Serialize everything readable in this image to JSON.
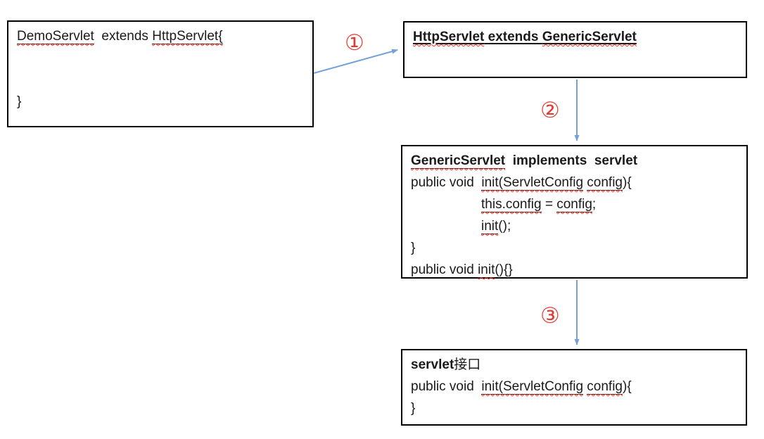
{
  "colors": {
    "arrow": "#74a2d8",
    "circled_number": "#e23b32",
    "squiggle": "#ff2a1a",
    "box_border": "#000000",
    "text": "#1a1a1a"
  },
  "arrow_labels": {
    "step1": "①",
    "step2": "②",
    "step3": "③"
  },
  "boxes": {
    "demo_servlet": {
      "lines": [
        {
          "segments": [
            {
              "t": "DemoServlet",
              "u": true,
              "sq": true
            },
            {
              "t": "  extends "
            },
            {
              "t": "HttpServlet{",
              "u": true,
              "sq": true
            }
          ]
        },
        {
          "segments": []
        },
        {
          "segments": []
        },
        {
          "segments": [
            {
              "t": "}"
            }
          ]
        }
      ]
    },
    "http_servlet": {
      "lines": [
        {
          "bold": true,
          "underline": true,
          "segments": [
            {
              "t": "HttpServlet",
              "sq": true
            },
            {
              "t": " extends "
            },
            {
              "t": "GenericServlet",
              "sq": true
            }
          ]
        }
      ]
    },
    "generic_servlet": {
      "lines": [
        {
          "bold": true,
          "segments": [
            {
              "t": "GenericServlet",
              "u": true,
              "sq": true
            },
            {
              "t": "  implements  servlet"
            }
          ]
        },
        {
          "segments": [
            {
              "t": "public void  "
            },
            {
              "t": "init(ServletConfig",
              "u": true,
              "sq": true
            },
            {
              "t": " "
            },
            {
              "t": "config",
              "u": true,
              "sq": true
            },
            {
              "t": "){"
            }
          ]
        },
        {
          "indent": true,
          "segments": [
            {
              "t": "this.config",
              "u": true,
              "sq": true
            },
            {
              "t": " = "
            },
            {
              "t": "config",
              "u": true,
              "sq": true
            },
            {
              "t": ";"
            }
          ]
        },
        {
          "indent": true,
          "segments": [
            {
              "t": "init",
              "u": true,
              "sq": true
            },
            {
              "t": "();"
            }
          ]
        },
        {
          "segments": [
            {
              "t": "}"
            }
          ]
        },
        {
          "segments": [
            {
              "t": "public void "
            },
            {
              "t": "init",
              "u": true,
              "sq": true
            },
            {
              "t": "(){}"
            }
          ]
        }
      ]
    },
    "servlet_interface": {
      "lines": [
        {
          "segments": [
            {
              "t": "servlet",
              "bold": true
            },
            {
              "t": "接口"
            }
          ]
        },
        {
          "segments": [
            {
              "t": "public void  "
            },
            {
              "t": "init(ServletConfig",
              "u": true,
              "sq": true
            },
            {
              "t": " "
            },
            {
              "t": "config",
              "u": true,
              "sq": true
            },
            {
              "t": "){"
            }
          ]
        },
        {
          "segments": [
            {
              "t": "}"
            }
          ]
        }
      ]
    }
  }
}
